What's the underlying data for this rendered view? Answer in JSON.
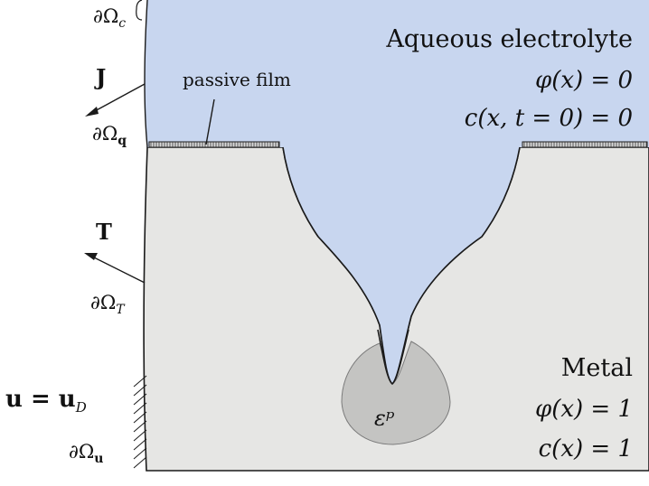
{
  "regions": {
    "electrolyte_title": "Aqueous electrolyte",
    "electrolyte_eq1": "φ(x) = 0",
    "electrolyte_eq2": "c(x, t = 0) = 0",
    "metal_title": "Metal",
    "metal_eq1": "φ(x) = 1",
    "metal_eq2": "c(x) = 1",
    "plastic_zone": "εᵖ",
    "passive_film": "passive film"
  },
  "boundaries": {
    "omega_c": "∂Ω",
    "omega_c_sub": "c",
    "flux_vector": "J",
    "omega_q": "∂Ω",
    "omega_q_sub": "q",
    "traction_vector": "T",
    "omega_t": "∂Ω",
    "omega_t_sub": "T",
    "displacement_eq": "u = u",
    "displacement_eq_sub": "D",
    "omega_u": "∂Ω",
    "omega_u_sub": "u"
  },
  "colors": {
    "electrolyte": "#c8d6ef",
    "metal": "#e6e6e4",
    "plastic_zone": "#c4c4c2",
    "outline": "#1a1a1a"
  }
}
